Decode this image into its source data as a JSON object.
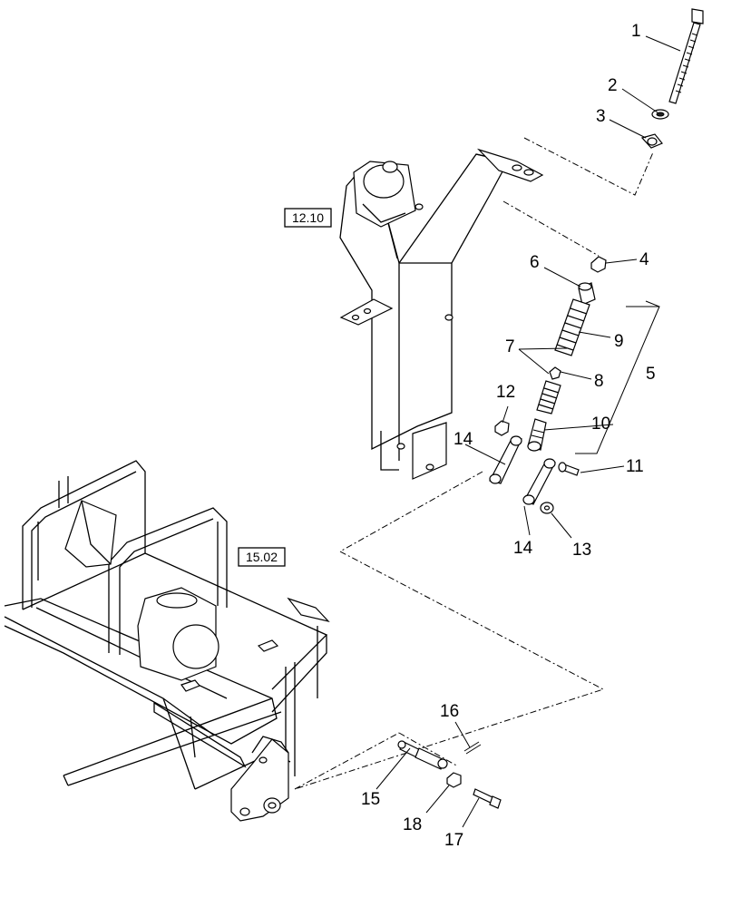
{
  "references": [
    {
      "id": "ref-12-10",
      "text": "12.10"
    },
    {
      "id": "ref-15-02",
      "text": "15.02"
    }
  ],
  "callouts": {
    "c1": "1",
    "c2": "2",
    "c3": "3",
    "c4": "4",
    "c5": "5",
    "c6": "6",
    "c7": "7",
    "c8": "8",
    "c9": "9",
    "c10": "10",
    "c11": "11",
    "c12": "12",
    "c13": "13",
    "c14a": "14",
    "c14b": "14",
    "c15": "15",
    "c16": "16",
    "c17": "17",
    "c18": "18"
  }
}
